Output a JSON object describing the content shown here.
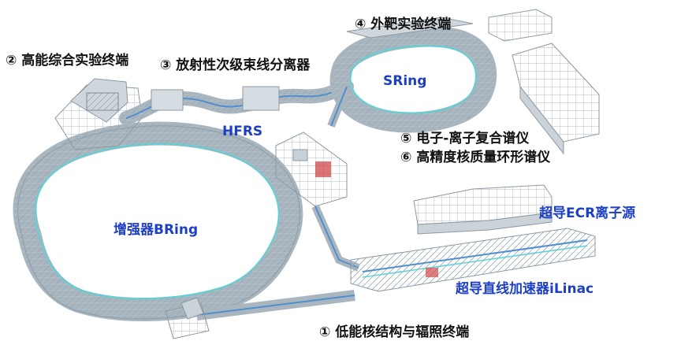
{
  "colors": {
    "label_dark": "#111111",
    "label_blue": "#1c3fc4",
    "structure": "#b9c4cc",
    "beamline": "#4f8fd0",
    "accent": "#5fd1d6",
    "red_equipment": "#d04848"
  },
  "labels": {
    "l1": "① 低能核结构与辐照终端",
    "l2": "② 高能综合实验终端",
    "l3": "③ 放射性次级束线分离器",
    "l4": "④ 外靶实验终端",
    "l5": "⑤ 电子-离子复合谱仪",
    "l6": "⑥ 高精度核质量环形谱仪",
    "hfrs": "HFRS",
    "sring": "SRing",
    "bring": "增强器BRing",
    "ecr": "超导ECR离子源",
    "ilinac": "超导直线加速器iLinac"
  }
}
